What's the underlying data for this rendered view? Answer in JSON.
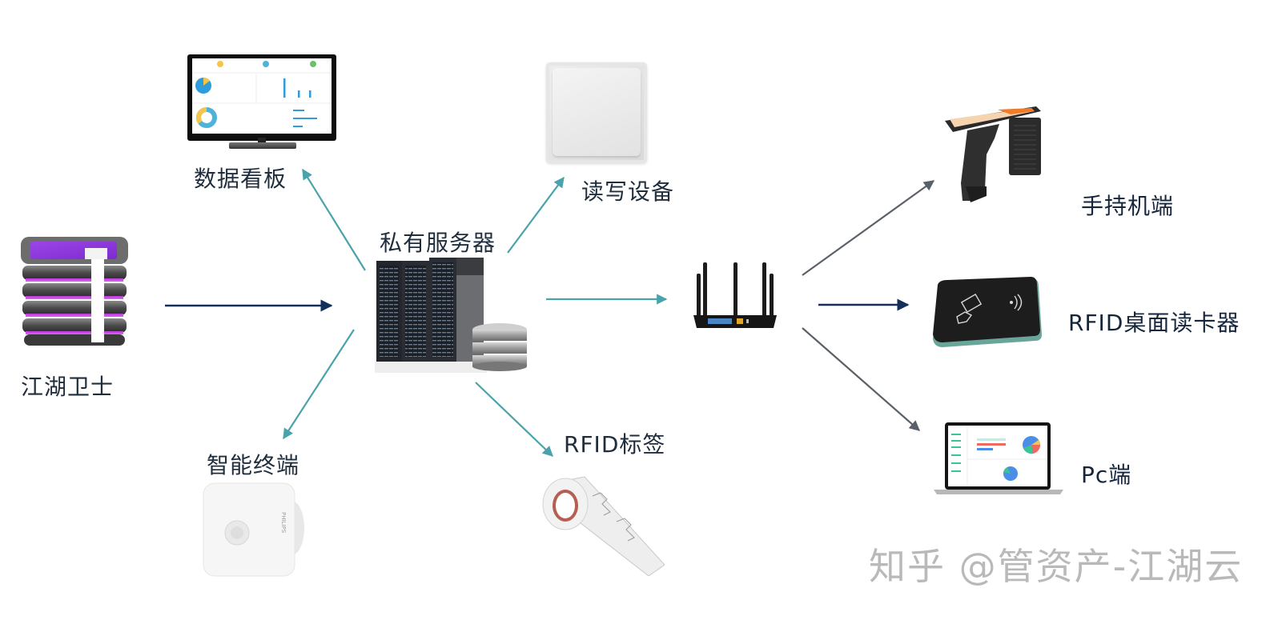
{
  "diagram": {
    "title": "",
    "colors": {
      "arrow_navy": "#13305a",
      "arrow_teal": "#4aa3ab",
      "arrow_gray": "#5a6068",
      "label_text": "#1f2d3d",
      "watermark": "#b9b9b9",
      "accent_purple": "#b13be0"
    },
    "nodes": {
      "guard": {
        "label": "江湖卫士",
        "icon": "database-cube-icon"
      },
      "dashboard": {
        "label": "数据看板",
        "icon": "monitor-dashboard-icon"
      },
      "server": {
        "label": "私有服务器",
        "icon": "server-rack-icon"
      },
      "reader": {
        "label": "读写设备",
        "icon": "rfid-reader-panel-icon"
      },
      "terminal": {
        "label": "智能终端",
        "icon": "motion-sensor-icon"
      },
      "tag": {
        "label": "RFID标签",
        "icon": "rfid-tag-roll-icon"
      },
      "router": {
        "label": "",
        "icon": "wifi-router-icon"
      },
      "handheld": {
        "label": "手持机端",
        "icon": "handheld-scanner-icon"
      },
      "desk_reader": {
        "label": "RFID桌面读卡器",
        "icon": "card-reader-icon"
      },
      "pc": {
        "label": "Pc端",
        "icon": "laptop-icon"
      }
    },
    "edges": [
      {
        "from": "guard",
        "to": "server",
        "style": "navy"
      },
      {
        "from": "server",
        "to": "dashboard",
        "style": "teal"
      },
      {
        "from": "server",
        "to": "reader",
        "style": "teal"
      },
      {
        "from": "server",
        "to": "router",
        "style": "teal"
      },
      {
        "from": "server",
        "to": "terminal",
        "style": "teal"
      },
      {
        "from": "server",
        "to": "tag",
        "style": "teal"
      },
      {
        "from": "router",
        "to": "handheld",
        "style": "gray"
      },
      {
        "from": "router",
        "to": "desk_reader",
        "style": "navy"
      },
      {
        "from": "router",
        "to": "pc",
        "style": "gray"
      }
    ],
    "watermark": "知乎 @管资产-江湖云"
  }
}
